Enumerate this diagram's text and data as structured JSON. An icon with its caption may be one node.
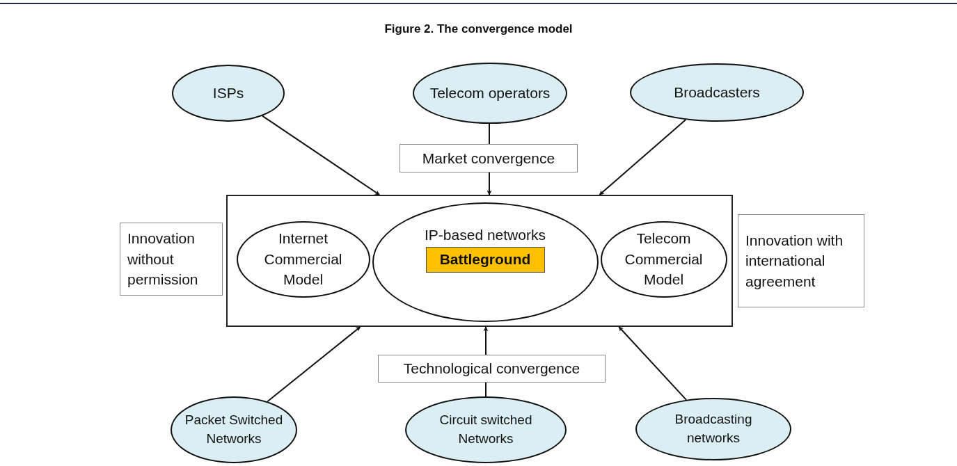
{
  "diagram": {
    "title": "Figure 2.   The convergence model",
    "nodes": [
      {
        "text": [
          "ISPs"
        ]
      },
      {
        "text": [
          "Telecom operators"
        ]
      },
      {
        "text": [
          "Broadcasters"
        ]
      },
      {
        "text": [
          "Market convergence"
        ]
      },
      {
        "text": [],
        "shape": "box"
      },
      {
        "text": [
          "IP-based networks"
        ],
        "in": 4
      },
      {
        "text": [
          "Battleground"
        ],
        "in": 5
      },
      {
        "text": [
          "Internet Commercial Model"
        ],
        "in": 4
      },
      {
        "text": [
          "Telecom Commercial Model"
        ],
        "in": 4
      },
      {
        "text": [
          "Innovation without permission"
        ]
      },
      {
        "text": [
          "Innovation with international agreement"
        ]
      },
      {
        "text": [
          "Technological convergence"
        ]
      },
      {
        "text": [
          "Packet Switched Networks"
        ]
      },
      {
        "text": [
          "Circuit switched Networks"
        ]
      },
      {
        "text": [
          "Broadcasting networks"
        ]
      }
    ],
    "edges": [
      {
        "from": 0,
        "to": 4,
        "arrow": "to"
      },
      {
        "from": 1,
        "to": 3,
        "arrow": "none"
      },
      {
        "from": 3,
        "to": 4,
        "arrow": "to"
      },
      {
        "from": 2,
        "to": 4,
        "arrow": "to"
      },
      {
        "from": 12,
        "to": 4,
        "arrow": "to"
      },
      {
        "from": 13,
        "to": 11,
        "arrow": "none"
      },
      {
        "from": 11,
        "to": 4,
        "arrow": "to"
      },
      {
        "from": 14,
        "to": 4,
        "arrow": "to"
      }
    ]
  }
}
